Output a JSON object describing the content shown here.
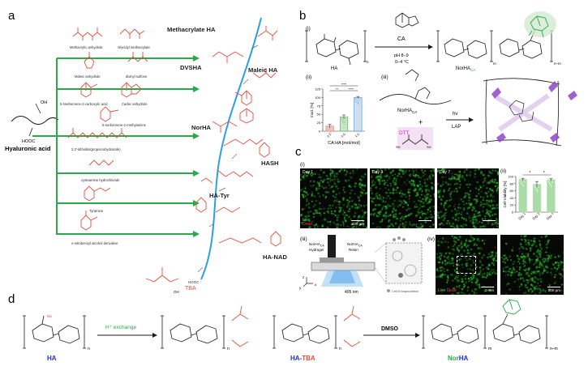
{
  "panel_labels": {
    "a": "a",
    "b": "b",
    "c": "c",
    "d": "d"
  },
  "panel_a": {
    "start": "Hyaluronic acid",
    "oh": "OH",
    "hooc": "HOOC",
    "reagents": [
      "Methacrylic anhydride",
      "Glycidyl methacrylate",
      "Maleic anhydride",
      "divinyl sulfone",
      "5-Norbornene-2-carboxylic acid",
      "Carbic anhydride",
      "5-norbornene-2-methylamine",
      "3,3'-dithiobis(propionohydrazide)",
      "cysteamine hydrochloride",
      "Tyramine",
      "o-nitrobenzyl alcohol derivative"
    ],
    "products": [
      "Methacrylate HA",
      "DVSHA",
      "Maleic HA",
      "NorHA",
      "HASH",
      "HA-Tyr",
      "HA-NAD"
    ]
  },
  "panel_b": {
    "i_label": "(i)",
    "ii_label": "(ii)",
    "iii_label": "(iii)",
    "reagent": "CA",
    "conditions_1": "pH 8–9",
    "conditions_2": "0–4 °C",
    "ha": "HA",
    "product": "NorHA",
    "product_sub": "CA",
    "n": "n",
    "n_m": "n–m",
    "m": "m",
    "norha_ca": "NorHA",
    "norha_ca_sub": "CA",
    "plus": "+",
    "dtt": "DTT",
    "hv": "hν",
    "lap": "LAP"
  },
  "panel_c": {
    "i_label": "(i)",
    "ii_label": "(ii)",
    "iii_label": "(iii)",
    "iv_label": "(iv)",
    "days": [
      "Day 1",
      "Day 3",
      "Day 7"
    ],
    "scale_200": "200 µm",
    "scale_1mm": "1 mm",
    "scale_500": "500 µm",
    "live": "Live",
    "dead": "Dead",
    "hydrogel": "NorHA",
    "hydrogel_sub": "CA",
    "hydrogel_2": "Hydrogel",
    "resin": "NorHA",
    "resin_sub": "CA",
    "resin_2": "Resin",
    "wavelength": "405 nm",
    "cell_enc": "Cell Encapsulation",
    "axis_z": "z",
    "axis_y": "y",
    "axis_x": "x",
    "viability_ylabel": "Cell Viability [%]",
    "viability_stars": [
      "*",
      "*"
    ]
  },
  "panel_d": {
    "ha": "HA",
    "h_exchange": "H⁺ exchange",
    "tba": "TBA",
    "tba_oh": "OH",
    "ha_tba_1": "HA-",
    "ha_tba_2": "TBA",
    "dmso": "DMSO",
    "norha_1": "Nor",
    "norha_2": "HA",
    "n": "n",
    "m": "m",
    "n_m": "n–m",
    "na": "Na"
  },
  "chart_data": [
    {
      "type": "bar",
      "ylabel": "mod. [%]",
      "xlabel": "CA:HA [mol/mol]",
      "categories": [
        "0.1",
        "0.5",
        "1.0"
      ],
      "values": [
        15,
        42,
        100
      ],
      "errors": [
        5,
        6,
        3
      ],
      "ylim": [
        0,
        125
      ],
      "yticks": [
        0,
        25,
        50,
        75,
        100,
        125
      ],
      "significance": [
        "****",
        "**",
        "****"
      ],
      "colors": [
        "#f2c6bd",
        "#c7e6c5",
        "#cfe0f3"
      ],
      "edge_colors": [
        "#e07a68",
        "#58b054",
        "#4c8ed0"
      ]
    },
    {
      "type": "bar",
      "ylabel": "Cell Viability [%]",
      "categories": [
        "Day 1",
        "Day 3",
        "Day 7"
      ],
      "values": [
        92,
        78,
        91
      ],
      "errors": [
        3,
        8,
        3
      ],
      "ylim": [
        0,
        100
      ],
      "yticks": [
        0,
        20,
        40,
        60,
        80,
        100
      ],
      "colors": [
        "#a9dca6",
        "#a9dca6",
        "#a9dca6"
      ]
    }
  ]
}
